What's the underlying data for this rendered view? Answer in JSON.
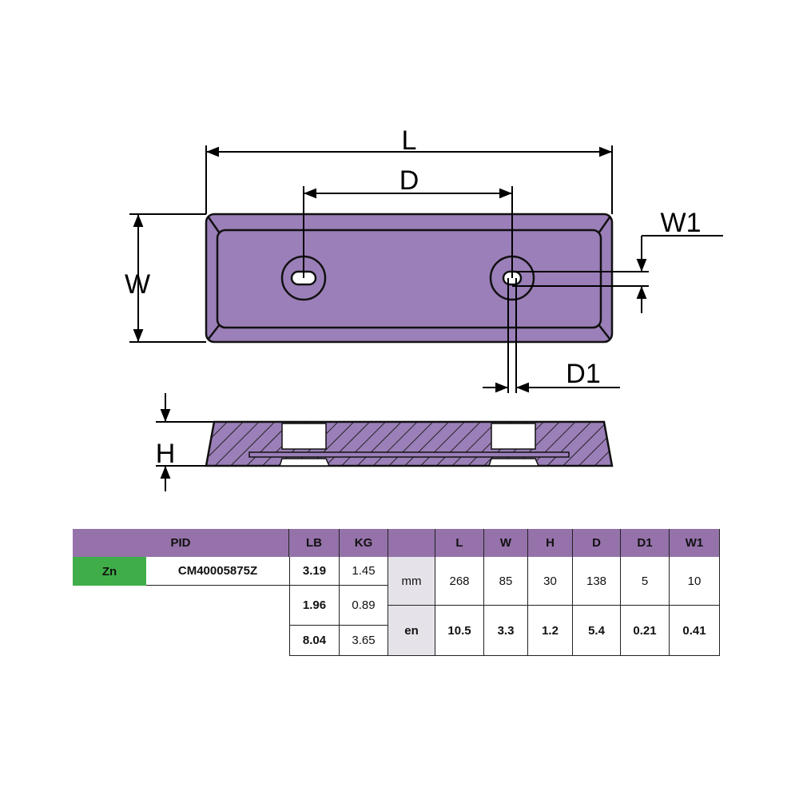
{
  "drawing": {
    "labels": {
      "L": "L",
      "D": "D",
      "W": "W",
      "W1": "W1",
      "D1": "D1",
      "H": "H"
    },
    "colors": {
      "body": "#9b7fb8",
      "header": "#9572aa",
      "material": "#3fae49",
      "unit_cell": "#e6e2ea"
    }
  },
  "table": {
    "headers": {
      "pid": "PID",
      "lb": "LB",
      "kg": "KG",
      "unit": "",
      "dims": [
        "L",
        "W",
        "H",
        "D",
        "D1",
        "W1"
      ]
    },
    "material": "Zn",
    "code": "CM40005875Z",
    "weights": [
      {
        "lb": "3.19",
        "kg": "1.45"
      },
      {
        "lb": "1.96",
        "kg": "0.89"
      },
      {
        "lb": "8.04",
        "kg": "3.65"
      }
    ],
    "units": [
      {
        "unit": "mm",
        "values": [
          "268",
          "85",
          "30",
          "138",
          "5",
          "10"
        ]
      },
      {
        "unit": "en",
        "values": [
          "10.5",
          "3.3",
          "1.2",
          "5.4",
          "0.21",
          "0.41"
        ]
      }
    ]
  }
}
